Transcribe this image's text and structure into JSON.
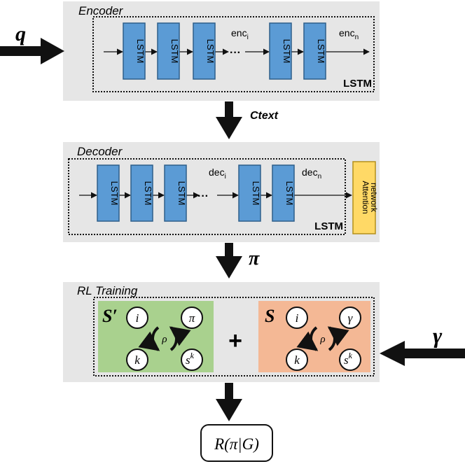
{
  "inputs": {
    "q": "q",
    "gamma": "γ"
  },
  "encoder": {
    "title": "Encoder",
    "cell_label": "LSTM",
    "enc_i": {
      "base": "enc",
      "sub": "i"
    },
    "enc_n": {
      "base": "enc",
      "sub": "n"
    },
    "ellipsis": "···",
    "lstm_label": "LSTM"
  },
  "ctext_label": "Ctext",
  "decoder": {
    "title": "Decoder",
    "cell_label": "LSTM",
    "dec_i": {
      "base": "dec",
      "sub": "i"
    },
    "dec_n": {
      "base": "dec",
      "sub": "n"
    },
    "ellipsis": "···",
    "lstm_label": "LSTM",
    "attention_line1": "Attention",
    "attention_line2": "network"
  },
  "pi_label": "π",
  "rl": {
    "title": "RL Training",
    "plus": "+",
    "left": {
      "label": "S′",
      "i": "i",
      "pi": "π",
      "k": "k",
      "sk": "s",
      "sk_sup": "k",
      "rho": "ρ"
    },
    "right": {
      "label": "S",
      "i": "i",
      "gamma": "γ",
      "k": "k",
      "sk": "s",
      "sk_sup": "k",
      "rho": "ρ"
    }
  },
  "reward": "R(π|G)",
  "colors": {
    "panel": "#e6e6e6",
    "lstm": "#5b9bd5",
    "attention": "#ffd966",
    "state_prime": "#a9d18e",
    "state": "#f4b895"
  }
}
